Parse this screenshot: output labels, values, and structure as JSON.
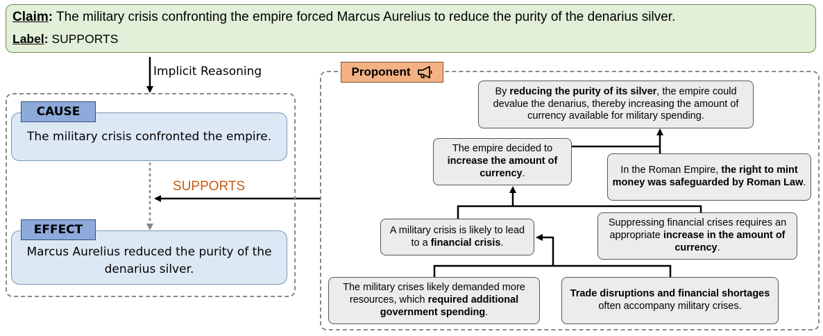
{
  "claim": {
    "claim_key": "Claim",
    "claim_text": "The military crisis confronting the empire forced Marcus Aurelius to reduce the purity of the denarius silver.",
    "label_key": "Label",
    "label_text": "SUPPORTS"
  },
  "implicit_reasoning": "Implicit Reasoning",
  "cause": {
    "tag": "CAUSE",
    "text": "The military crisis confronted the empire."
  },
  "effect": {
    "tag": "EFFECT",
    "text": "Marcus Aurelius reduced the purity of the denarius silver."
  },
  "supports_label": "SUPPORTS",
  "proponent": {
    "tag": "Proponent",
    "icon": "megaphone-icon"
  },
  "nodes": {
    "top": {
      "pre": "By ",
      "bold": "reducing the purity of its silver",
      "post": ", the empire could devalue the denarius, thereby increasing the amount of currency available for military spending."
    },
    "increase": {
      "pre": "The empire decided to ",
      "bold": "increase the amount of currency",
      "post": "."
    },
    "roman_law": {
      "pre": "In the Roman Empire, ",
      "bold": "the right to mint money was safeguarded by Roman Law",
      "post": "."
    },
    "financial_crisis": {
      "pre": "A military crisis is likely to lead to a ",
      "bold": "financial crisis",
      "post": "."
    },
    "suppressing": {
      "pre": "Suppressing financial crises requires an appropriate ",
      "bold": "increase in the amount of currency",
      "post": "."
    },
    "resources": {
      "pre": "The military crises likely demanded more resources, which ",
      "bold": "required additional government spending",
      "post": "."
    },
    "trade": {
      "pre": "",
      "bold": "Trade disruptions and financial shortages",
      "post": " often accompany military crises."
    }
  },
  "colors": {
    "claim_bg": "#e2efd9",
    "blue_box": "#dde8f5",
    "tag_blue": "#8eaadb",
    "proponent_tag": "#f4b183",
    "supports_text": "#c55a11",
    "node_bg": "#ececec"
  }
}
